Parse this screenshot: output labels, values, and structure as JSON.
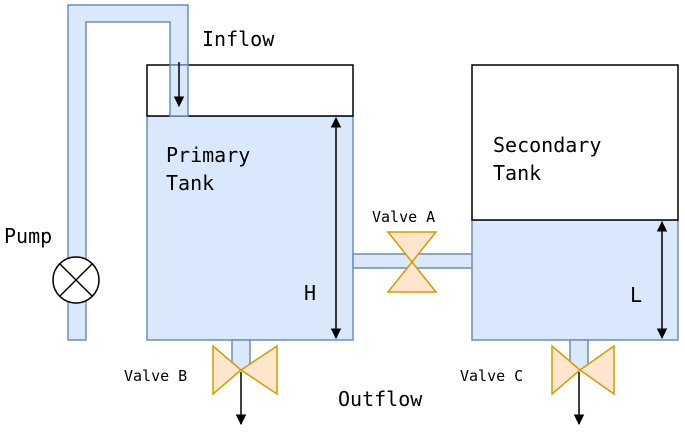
{
  "labels": {
    "inflow": "Inflow",
    "primary_tank_line1": "Primary",
    "primary_tank_line2": "Tank",
    "secondary_tank_line1": "Secondary",
    "secondary_tank_line2": "Tank",
    "pump": "Pump",
    "valve_a": "Valve A",
    "valve_b": "Valve B",
    "valve_c": "Valve C",
    "height_h": "H",
    "height_l": "L",
    "outflow": "Outflow"
  },
  "colors": {
    "water_fill": "#dae8fc",
    "pipe_stroke": "#6c8ebf",
    "valve_fill": "#ffe6cc",
    "valve_stroke": "#d79b00",
    "outline": "#000000"
  },
  "icons": {
    "pump": "pump-circle-x-icon",
    "valve": "bowtie-valve-icon"
  }
}
